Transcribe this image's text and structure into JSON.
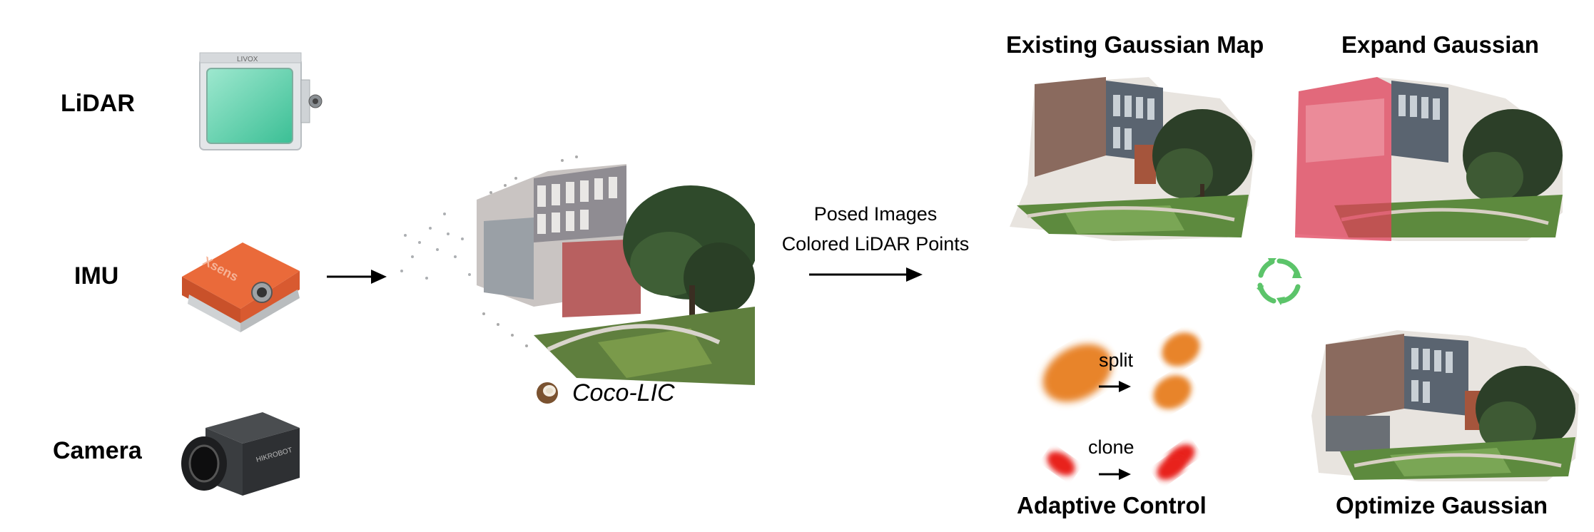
{
  "sensors": {
    "lidar_label": "LiDAR",
    "imu_label": "IMU",
    "camera_label": "Camera"
  },
  "devices": {
    "lidar_brand": "LIVOX",
    "imu_brand": "Xsens",
    "camera_brand": "HIKROBOT"
  },
  "system": {
    "name": "Coco-LIC"
  },
  "pipeline": {
    "caption_line1": "Posed Images",
    "caption_line2": "Colored LiDAR Points"
  },
  "gaussian": {
    "existing_title": "Existing Gaussian Map",
    "expand_title": "Expand Gaussian",
    "adaptive_title": "Adaptive Control",
    "optimize_title": "Optimize Gaussian",
    "split_label": "split",
    "clone_label": "clone"
  },
  "colors": {
    "orange_gaussian": "#e8842a",
    "red_gaussian": "#e8231f",
    "cycle_green": "#5cc46a",
    "expand_highlight": "#e0405a"
  }
}
